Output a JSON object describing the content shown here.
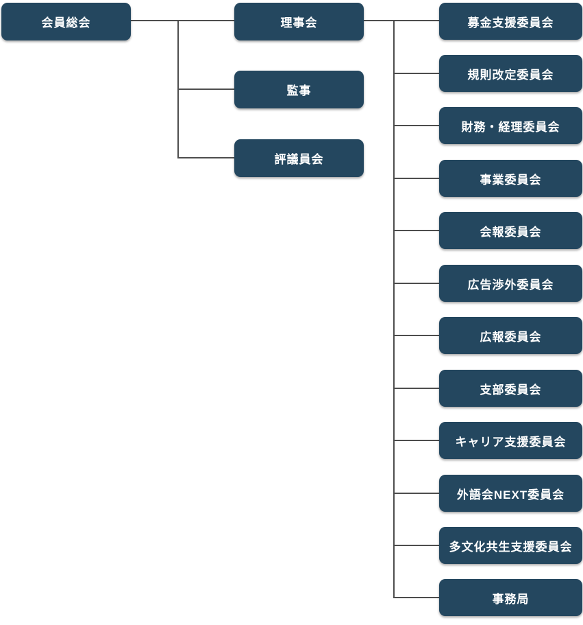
{
  "org": {
    "type": "organization-chart",
    "colors": {
      "node_fill": "#24475f",
      "node_text": "#ffffff",
      "connector": "#4d4d4d",
      "background": "#ffffff"
    },
    "root": {
      "label": "会員総会"
    },
    "level2": [
      {
        "label": "理事会"
      },
      {
        "label": "監事"
      },
      {
        "label": "評議員会"
      }
    ],
    "level3_parent": "理事会",
    "level3": [
      {
        "label": "募金支援委員会"
      },
      {
        "label": "規則改定委員会"
      },
      {
        "label": "財務・経理委員会"
      },
      {
        "label": "事業委員会"
      },
      {
        "label": "会報委員会"
      },
      {
        "label": "広告渉外委員会"
      },
      {
        "label": "広報委員会"
      },
      {
        "label": "支部委員会"
      },
      {
        "label": "キャリア支援委員会"
      },
      {
        "label": "外語会NEXT委員会"
      },
      {
        "label": "多文化共生支援委員会"
      },
      {
        "label": "事務局"
      }
    ]
  }
}
